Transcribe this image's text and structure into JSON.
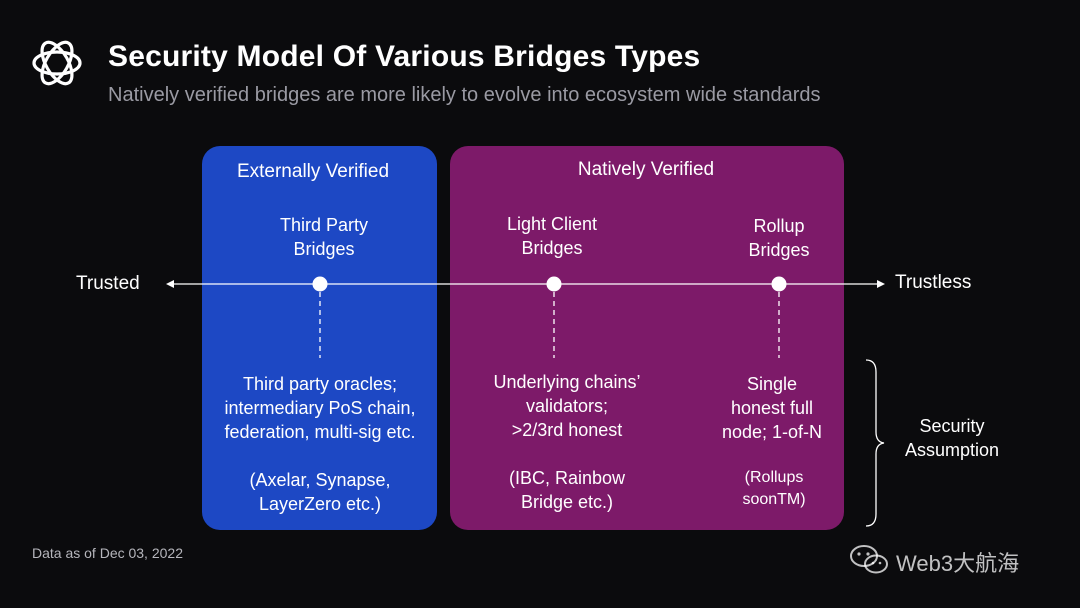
{
  "header": {
    "title": "Security Model Of Various Bridges Types",
    "subtitle": "Natively verified bridges are more likely to evolve into ecosystem wide standards"
  },
  "groups": {
    "external": {
      "label": "Externally Verified"
    },
    "native": {
      "label": "Natively Verified"
    }
  },
  "axis": {
    "left_label": "Trusted",
    "right_label": "Trustless"
  },
  "bridges": [
    {
      "name_lines": [
        "Third Party",
        "Bridges"
      ],
      "assumption_lines": [
        "Third party oracles;",
        "intermediary PoS chain,",
        "federation, multi-sig etc."
      ],
      "example_lines": [
        "(Axelar, Synapse,",
        "LayerZero etc.)"
      ]
    },
    {
      "name_lines": [
        "Light Client",
        "Bridges"
      ],
      "assumption_lines": [
        "Underlying chains’",
        "validators;",
        ">2/3rd honest"
      ],
      "example_lines": [
        "(IBC, Rainbow",
        "Bridge etc.)"
      ]
    },
    {
      "name_lines": [
        "Rollup",
        "Bridges"
      ],
      "assumption_lines": [
        "Single",
        "honest full",
        "node; 1-of-N"
      ],
      "example_lines": [
        "(Rollups",
        "soonTM)"
      ]
    }
  ],
  "bracket": {
    "label_lines": [
      "Security",
      "Assumption"
    ]
  },
  "footer": {
    "note": "Data as of Dec 03, 2022"
  },
  "watermark": {
    "text": "Web3大航海"
  },
  "colors": {
    "background": "#0b0b0d",
    "external_panel": "#1d48c4",
    "native_panel": "#7d1a69",
    "subtitle_gray": "#9a9aa3"
  }
}
